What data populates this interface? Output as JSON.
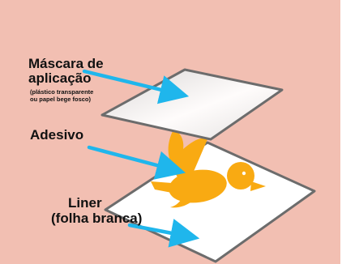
{
  "labels": {
    "mask_line1": "Máscara de",
    "mask_line2": "aplicação",
    "mask_note1": "(plástico transparente",
    "mask_note2": "ou papel bege fosco)",
    "adhesive": "Adesivo",
    "liner_line1": "Liner",
    "liner_line2": "(folha branca)"
  },
  "colors": {
    "background": "#f2bfb2",
    "arrow": "#1fb6ec",
    "sticker": "#f9aa12",
    "layer_edge": "#6c6c6c"
  },
  "icons": {
    "sticker": "bird-icon"
  }
}
